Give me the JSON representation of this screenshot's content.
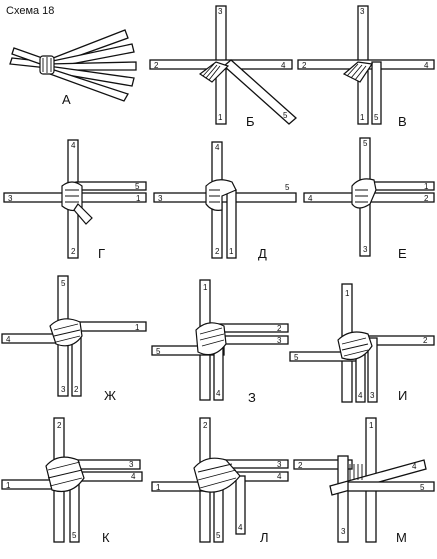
{
  "title": "Схема 18",
  "panels": [
    {
      "label": "А",
      "numbers": []
    },
    {
      "label": "Б",
      "numbers": [
        "3",
        "2",
        "4",
        "1",
        "5"
      ]
    },
    {
      "label": "В",
      "numbers": [
        "3",
        "2",
        "4",
        "1",
        "5"
      ]
    },
    {
      "label": "Г",
      "numbers": [
        "4",
        "5",
        "3",
        "1",
        "2"
      ]
    },
    {
      "label": "Д",
      "numbers": [
        "4",
        "5",
        "3",
        "2",
        "1"
      ]
    },
    {
      "label": "Е",
      "numbers": [
        "5",
        "1",
        "4",
        "2",
        "3"
      ]
    },
    {
      "label": "Ж",
      "numbers": [
        "5",
        "1",
        "4",
        "3",
        "2"
      ]
    },
    {
      "label": "З",
      "numbers": [
        "1",
        "2",
        "5",
        "3",
        "4"
      ]
    },
    {
      "label": "И",
      "numbers": [
        "1",
        "2",
        "5",
        "4",
        "3"
      ]
    },
    {
      "label": "К",
      "numbers": [
        "2",
        "3",
        "4",
        "1",
        "5"
      ]
    },
    {
      "label": "Л",
      "numbers": [
        "2",
        "3",
        "4",
        "1",
        "5",
        "4"
      ]
    },
    {
      "label": "М",
      "numbers": [
        "1",
        "2",
        "3",
        "4",
        "5"
      ]
    }
  ]
}
